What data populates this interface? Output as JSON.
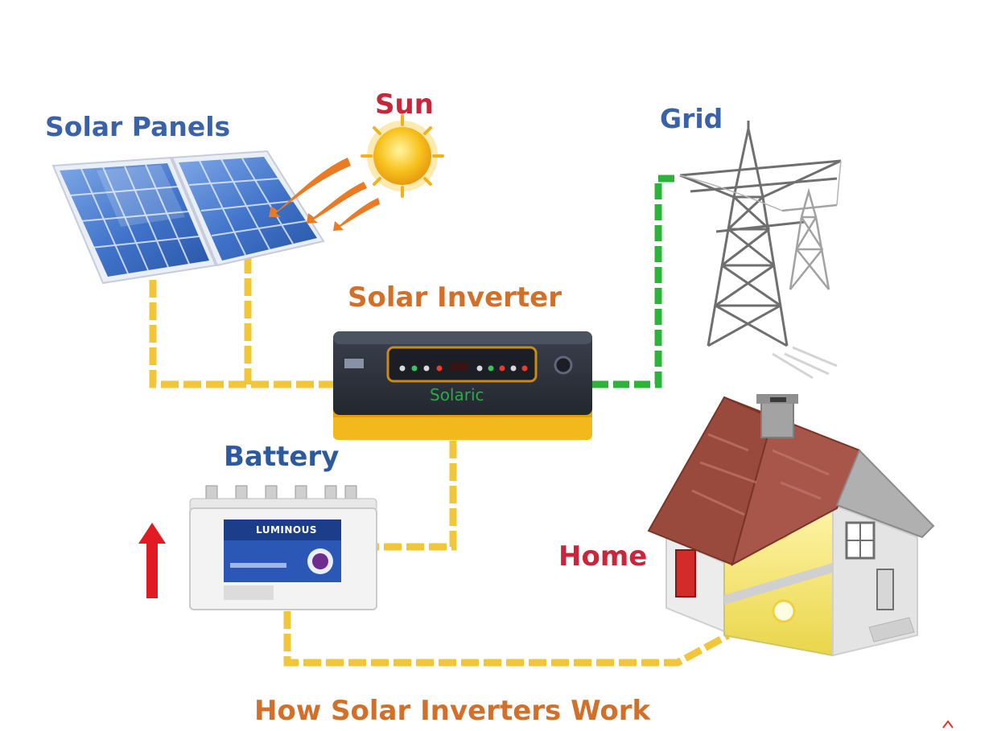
{
  "labels": {
    "solar_panels": "Solar Panels",
    "sun": "Sun",
    "grid": "Grid",
    "solar_inverter": "Solar Inverter",
    "battery": "Battery",
    "home": "Home",
    "title": "How Solar Inverters Work"
  },
  "inverter": {
    "brand": "Solaric"
  },
  "battery": {
    "brand": "LUMINOUS"
  },
  "colors": {
    "blue_label": "#3a62a8",
    "red_label": "#c8263a",
    "orange_label": "#d2702a",
    "dc_wire": "#f2c63a",
    "grid_wire": "#2eb33a",
    "inverter_body": "#2d3340",
    "inverter_base": "#f3b81b",
    "panel_blue": "#3f73c9",
    "sun": "#f7c21d",
    "roof": "#9a4a3c",
    "arrow": "#e01b22"
  },
  "icons": [
    "solar-panel-icon",
    "sun-icon",
    "transmission-tower-icon",
    "inverter-icon",
    "battery-icon",
    "house-icon",
    "up-arrow-icon"
  ]
}
